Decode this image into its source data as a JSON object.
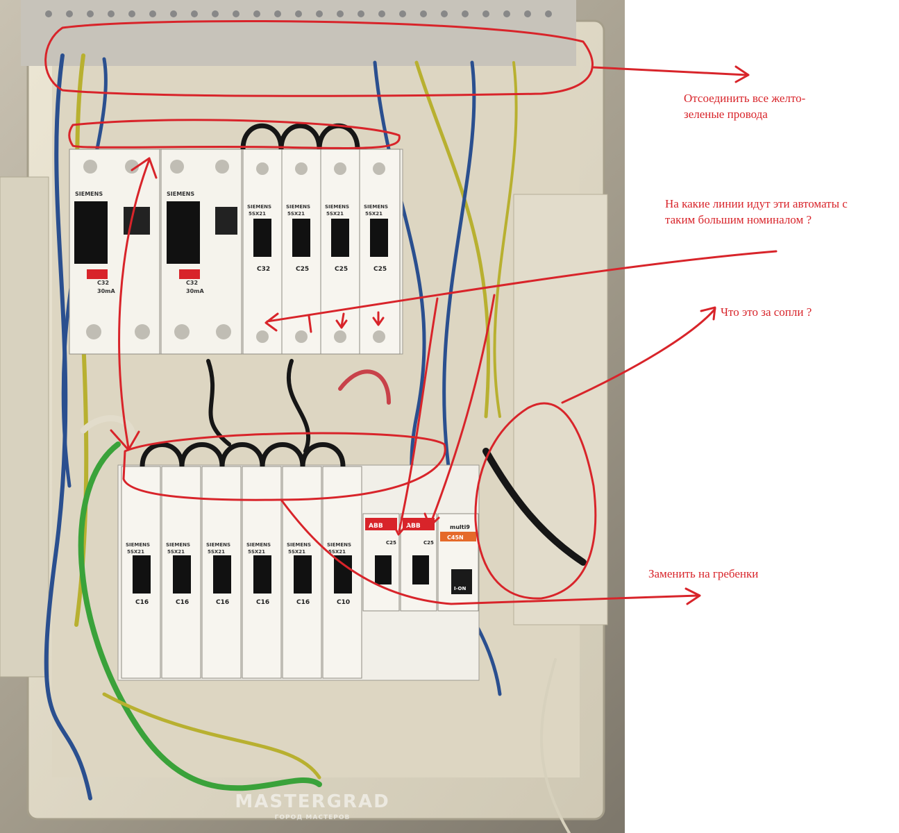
{
  "annotations": {
    "note_1": "Отсоединить все желто-зеленые провода",
    "note_2": "На какие линии идут эти автоматы с таким большим номиналом ?",
    "note_3": "Что это за сопли ?",
    "note_4": "Заменить на гребенки"
  },
  "breakers_top": {
    "brand": "SIEMENS",
    "rcd_1": {
      "rating": "C32",
      "sensitivity": "30mA"
    },
    "rcd_2": {
      "rating": "C32",
      "sensitivity": "30mA"
    },
    "mcb": [
      {
        "model": "5SX21",
        "rating": "C32"
      },
      {
        "model": "5SX21",
        "rating": "C25"
      },
      {
        "model": "5SX21",
        "rating": "C25"
      },
      {
        "model": "5SX21",
        "rating": "C25"
      }
    ]
  },
  "breakers_bottom": {
    "siemens": [
      {
        "model": "5SX21",
        "rating": "C16"
      },
      {
        "model": "5SX21",
        "rating": "C16"
      },
      {
        "model": "5SX21",
        "rating": "C16"
      },
      {
        "model": "5SX21",
        "rating": "C16"
      },
      {
        "model": "5SX21",
        "rating": "C16"
      },
      {
        "model": "5SX21",
        "rating": "C10"
      }
    ],
    "abb": [
      {
        "brand": "ABB",
        "rating": "C25"
      },
      {
        "brand": "ABB",
        "rating": "C25"
      }
    ],
    "multi9": {
      "brand": "multi9",
      "model": "C45N",
      "state": "I-ON"
    }
  },
  "watermark": {
    "title": "MASTERGRAD",
    "subtitle": "ГОРОД МАСТЕРОВ"
  },
  "colors": {
    "annotation_red": "#d8242a",
    "panel_beige": "#e8e2cf",
    "wire_blue": "#2a4f8f",
    "wire_yellow_green": "#b8b030",
    "wire_black": "#161616"
  }
}
